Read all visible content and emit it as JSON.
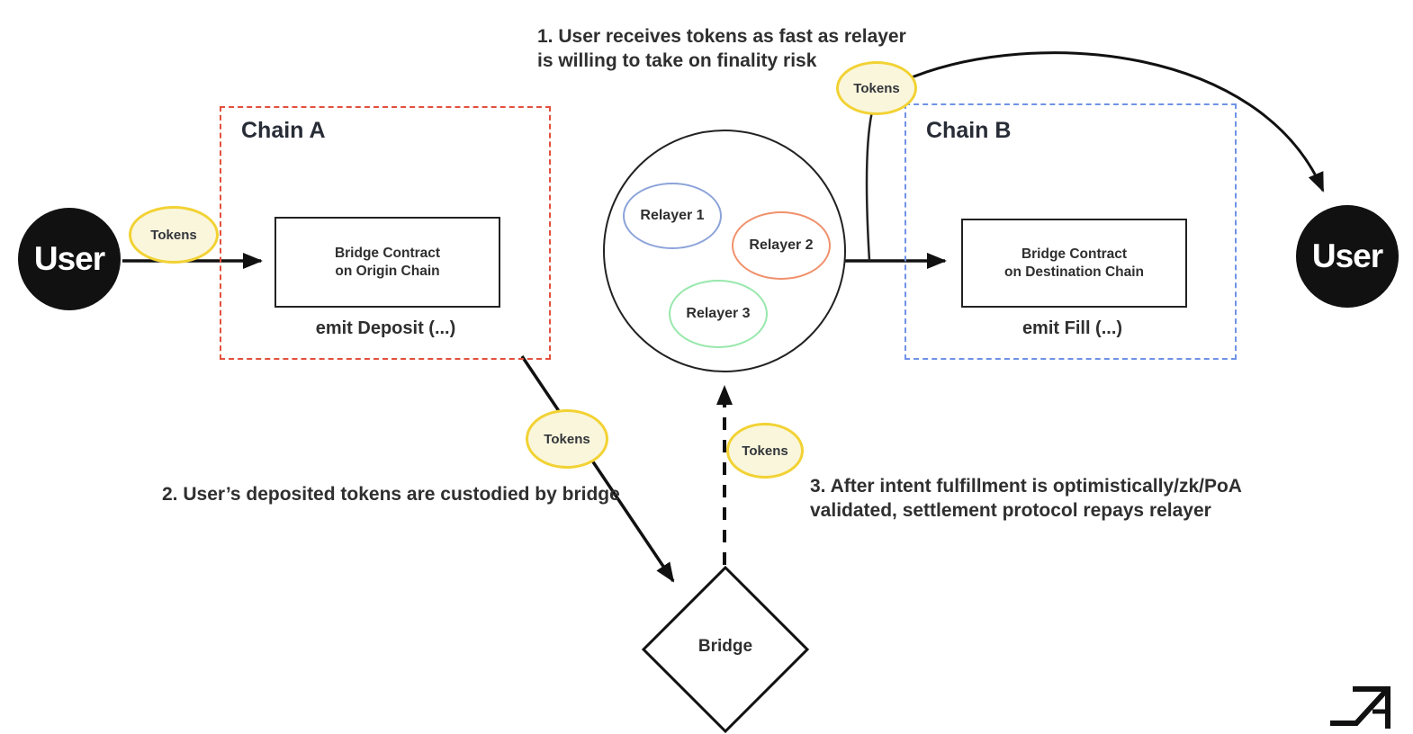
{
  "notes": {
    "note1": "1. User receives tokens as fast as relayer\nis willing to take on finality risk",
    "note2": "2. User’s deposited tokens are custodied by bridge",
    "note3": "3. After intent fulfillment is optimistically/zk/PoA\nvalidated, settlement protocol repays relayer"
  },
  "chain_a": {
    "label": "Chain A",
    "contract_label": "Bridge Contract\non Origin Chain",
    "emit_label": "emit Deposit (...)",
    "border_color": "#e2503c"
  },
  "chain_b": {
    "label": "Chain B",
    "contract_label": "Bridge Contract\non Destination Chain",
    "emit_label": "emit Fill (...)",
    "border_color": "#6f92e6"
  },
  "user_left": {
    "label": "User"
  },
  "user_right": {
    "label": "User"
  },
  "relayer_pool": {
    "relayers": [
      {
        "label": "Relayer 1",
        "color": "#8ba3d9"
      },
      {
        "label": "Relayer 2",
        "color": "#f0916c"
      },
      {
        "label": "Relayer 3",
        "color": "#98e8ac"
      }
    ]
  },
  "bridge": {
    "label": "Bridge"
  },
  "token_labels": {
    "user_to_origin": "Tokens",
    "relayer_to_user": "Tokens",
    "origin_to_bridge": "Tokens",
    "bridge_to_relayer": "Tokens"
  },
  "colors": {
    "token_border": "#f2d234",
    "token_fill": "#faf6dc",
    "node_fill": "#111111",
    "line": "#111111",
    "text": "#2f2f2f"
  }
}
